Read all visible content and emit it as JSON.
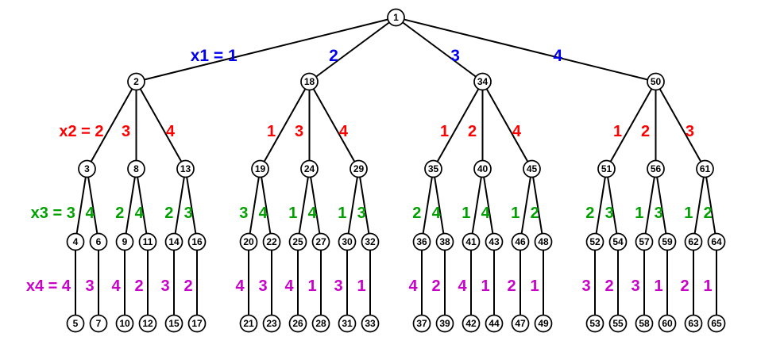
{
  "diagram": {
    "background": "#ffffff",
    "edge_color": "#000000",
    "node": {
      "fill": "#ffffff",
      "stroke": "#000000",
      "text_color": "#000000"
    },
    "level_label_colors": [
      "#0000ee",
      "#ff0000",
      "#00a000",
      "#c800c8"
    ],
    "level_labels": [
      "x1 = 1",
      "x2 = 2",
      "x3 = 3",
      "x4 = 4"
    ],
    "tree": {
      "n": "1",
      "children": [
        {
          "e": "x1 = 1",
          "n": "2",
          "children": [
            {
              "e": "x2 = 2",
              "n": "3",
              "children": [
                {
                  "e": "x3 = 3",
                  "n": "4",
                  "children": [
                    {
                      "e": "x4 = 4",
                      "n": "5"
                    }
                  ]
                },
                {
                  "e": "4",
                  "n": "6",
                  "children": [
                    {
                      "e": "3",
                      "n": "7"
                    }
                  ]
                }
              ]
            },
            {
              "e": "3",
              "n": "8",
              "children": [
                {
                  "e": "2",
                  "n": "9",
                  "children": [
                    {
                      "e": "4",
                      "n": "10"
                    }
                  ]
                },
                {
                  "e": "4",
                  "n": "11",
                  "children": [
                    {
                      "e": "2",
                      "n": "12"
                    }
                  ]
                }
              ]
            },
            {
              "e": "4",
              "n": "13",
              "children": [
                {
                  "e": "2",
                  "n": "14",
                  "children": [
                    {
                      "e": "3",
                      "n": "15"
                    }
                  ]
                },
                {
                  "e": "3",
                  "n": "16",
                  "children": [
                    {
                      "e": "2",
                      "n": "17"
                    }
                  ]
                }
              ]
            }
          ]
        },
        {
          "e": "2",
          "n": "18",
          "children": [
            {
              "e": "1",
              "n": "19",
              "children": [
                {
                  "e": "3",
                  "n": "20",
                  "children": [
                    {
                      "e": "4",
                      "n": "21"
                    }
                  ]
                },
                {
                  "e": "4",
                  "n": "22",
                  "children": [
                    {
                      "e": "3",
                      "n": "23"
                    }
                  ]
                }
              ]
            },
            {
              "e": "3",
              "n": "24",
              "children": [
                {
                  "e": "1",
                  "n": "25",
                  "children": [
                    {
                      "e": "4",
                      "n": "26"
                    }
                  ]
                },
                {
                  "e": "4",
                  "n": "27",
                  "children": [
                    {
                      "e": "1",
                      "n": "28"
                    }
                  ]
                }
              ]
            },
            {
              "e": "4",
              "n": "29",
              "children": [
                {
                  "e": "1",
                  "n": "30",
                  "children": [
                    {
                      "e": "3",
                      "n": "31"
                    }
                  ]
                },
                {
                  "e": "3",
                  "n": "32",
                  "children": [
                    {
                      "e": "1",
                      "n": "33"
                    }
                  ]
                }
              ]
            }
          ]
        },
        {
          "e": "3",
          "n": "34",
          "children": [
            {
              "e": "1",
              "n": "35",
              "children": [
                {
                  "e": "2",
                  "n": "36",
                  "children": [
                    {
                      "e": "4",
                      "n": "37"
                    }
                  ]
                },
                {
                  "e": "4",
                  "n": "38",
                  "children": [
                    {
                      "e": "2",
                      "n": "39"
                    }
                  ]
                }
              ]
            },
            {
              "e": "2",
              "n": "40",
              "children": [
                {
                  "e": "1",
                  "n": "41",
                  "children": [
                    {
                      "e": "4",
                      "n": "42"
                    }
                  ]
                },
                {
                  "e": "4",
                  "n": "43",
                  "children": [
                    {
                      "e": "1",
                      "n": "44"
                    }
                  ]
                }
              ]
            },
            {
              "e": "4",
              "n": "45",
              "children": [
                {
                  "e": "1",
                  "n": "46",
                  "children": [
                    {
                      "e": "2",
                      "n": "47"
                    }
                  ]
                },
                {
                  "e": "2",
                  "n": "48",
                  "children": [
                    {
                      "e": "1",
                      "n": "49"
                    }
                  ]
                }
              ]
            }
          ]
        },
        {
          "e": "4",
          "n": "50",
          "children": [
            {
              "e": "1",
              "n": "51",
              "children": [
                {
                  "e": "2",
                  "n": "52",
                  "children": [
                    {
                      "e": "3",
                      "n": "53"
                    }
                  ]
                },
                {
                  "e": "3",
                  "n": "54",
                  "children": [
                    {
                      "e": "2",
                      "n": "55"
                    }
                  ]
                }
              ]
            },
            {
              "e": "2",
              "n": "56",
              "children": [
                {
                  "e": "1",
                  "n": "57",
                  "children": [
                    {
                      "e": "3",
                      "n": "58"
                    }
                  ]
                },
                {
                  "e": "3",
                  "n": "59",
                  "children": [
                    {
                      "e": "1",
                      "n": "60"
                    }
                  ]
                }
              ]
            },
            {
              "e": "3",
              "n": "61",
              "children": [
                {
                  "e": "1",
                  "n": "62",
                  "children": [
                    {
                      "e": "2",
                      "n": "63"
                    }
                  ]
                },
                {
                  "e": "2",
                  "n": "64",
                  "children": [
                    {
                      "e": "1",
                      "n": "65"
                    }
                  ]
                }
              ]
            }
          ]
        }
      ]
    }
  }
}
